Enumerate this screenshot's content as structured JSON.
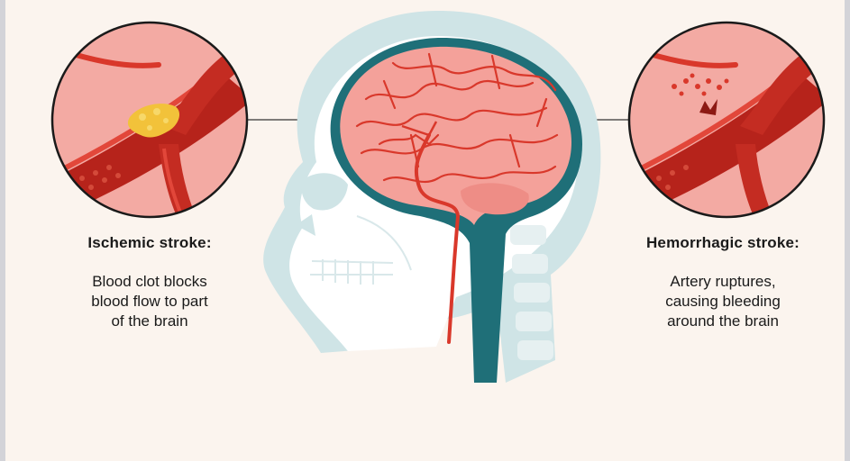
{
  "left_panel": {
    "heading": "Ischemic stroke:",
    "description_lines": [
      "Blood clot blocks",
      "blood flow to part",
      "of the brain"
    ]
  },
  "right_panel": {
    "heading": "Hemorrhagic stroke:",
    "description_lines": [
      "Artery ruptures,",
      "causing bleeding",
      "around the brain"
    ]
  },
  "colors": {
    "background": "#fbf4ee",
    "head_outline": "#cfe4e6",
    "skull": "#ffffff",
    "spine_canal": "#1f6f78",
    "brain": "#f4a19a",
    "artery": "#d9382b",
    "clot": "#f2c23a"
  },
  "icons": {
    "left_zoom": "blood-clot-zoom-icon",
    "right_zoom": "artery-rupture-zoom-icon",
    "center": "head-brain-skull-icon"
  }
}
